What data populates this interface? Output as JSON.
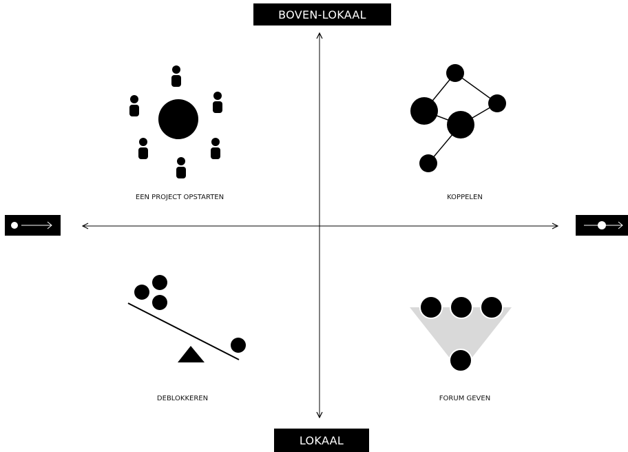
{
  "axis": {
    "top_label": "BOVEN-LOKAAL",
    "bottom_label": "LOKAAL"
  },
  "quadrants": {
    "top_left": {
      "label": "EEN PROJECT OPSTARTEN",
      "icon": "round-table-people-icon"
    },
    "top_right": {
      "label": "KOPPELEN",
      "icon": "network-nodes-icon"
    },
    "bottom_left": {
      "label": "DEBLOKKEREN",
      "icon": "seesaw-balance-icon"
    },
    "bottom_right": {
      "label": "FORUM GEVEN",
      "icon": "funnel-forum-icon"
    }
  },
  "side_badges": {
    "left": {
      "icon": "dot-arrow-right-icon"
    },
    "right": {
      "icon": "arrow-through-dot-icon"
    }
  },
  "colors": {
    "ink": "#000000",
    "funnel_fill": "#d9d9d9",
    "background": "#ffffff"
  }
}
